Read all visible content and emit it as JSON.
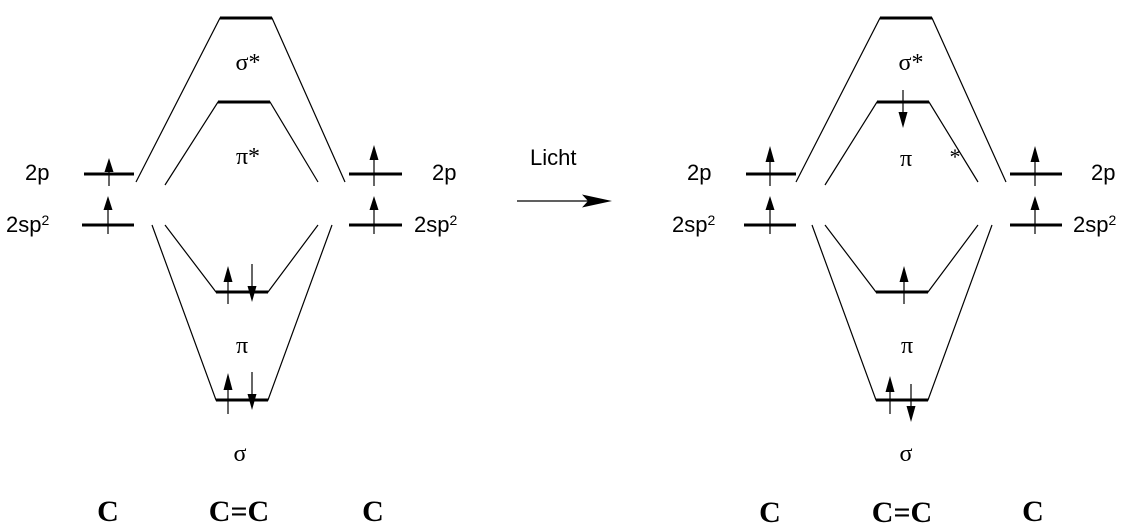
{
  "left_diagram": {
    "orbitals": {
      "sigma_star": "σ*",
      "pi_star": "π*",
      "pi": "π",
      "sigma": "σ"
    },
    "atomic_left": {
      "p_label": "2p",
      "sp2_label": "2sp",
      "sp2_sup": "2"
    },
    "atomic_right": {
      "p_label": "2p",
      "sp2_label": "2sp",
      "sp2_sup": "2"
    },
    "bottom_labels": {
      "left_atom": "C",
      "molecule": "C=C",
      "right_atom": "C"
    }
  },
  "reaction": {
    "label": "Licht"
  },
  "right_diagram": {
    "orbitals": {
      "sigma_star": "σ*",
      "pi_star_symbol": "π",
      "pi_star_asterisk": "*",
      "pi": "π",
      "sigma": "σ"
    },
    "atomic_left": {
      "p_label": "2p",
      "sp2_label": "2sp",
      "sp2_sup": "2"
    },
    "atomic_right": {
      "p_label": "2p",
      "sp2_label": "2sp",
      "sp2_sup": "2"
    },
    "bottom_labels": {
      "left_atom": "C",
      "molecule": "C=C",
      "right_atom": "C"
    }
  }
}
